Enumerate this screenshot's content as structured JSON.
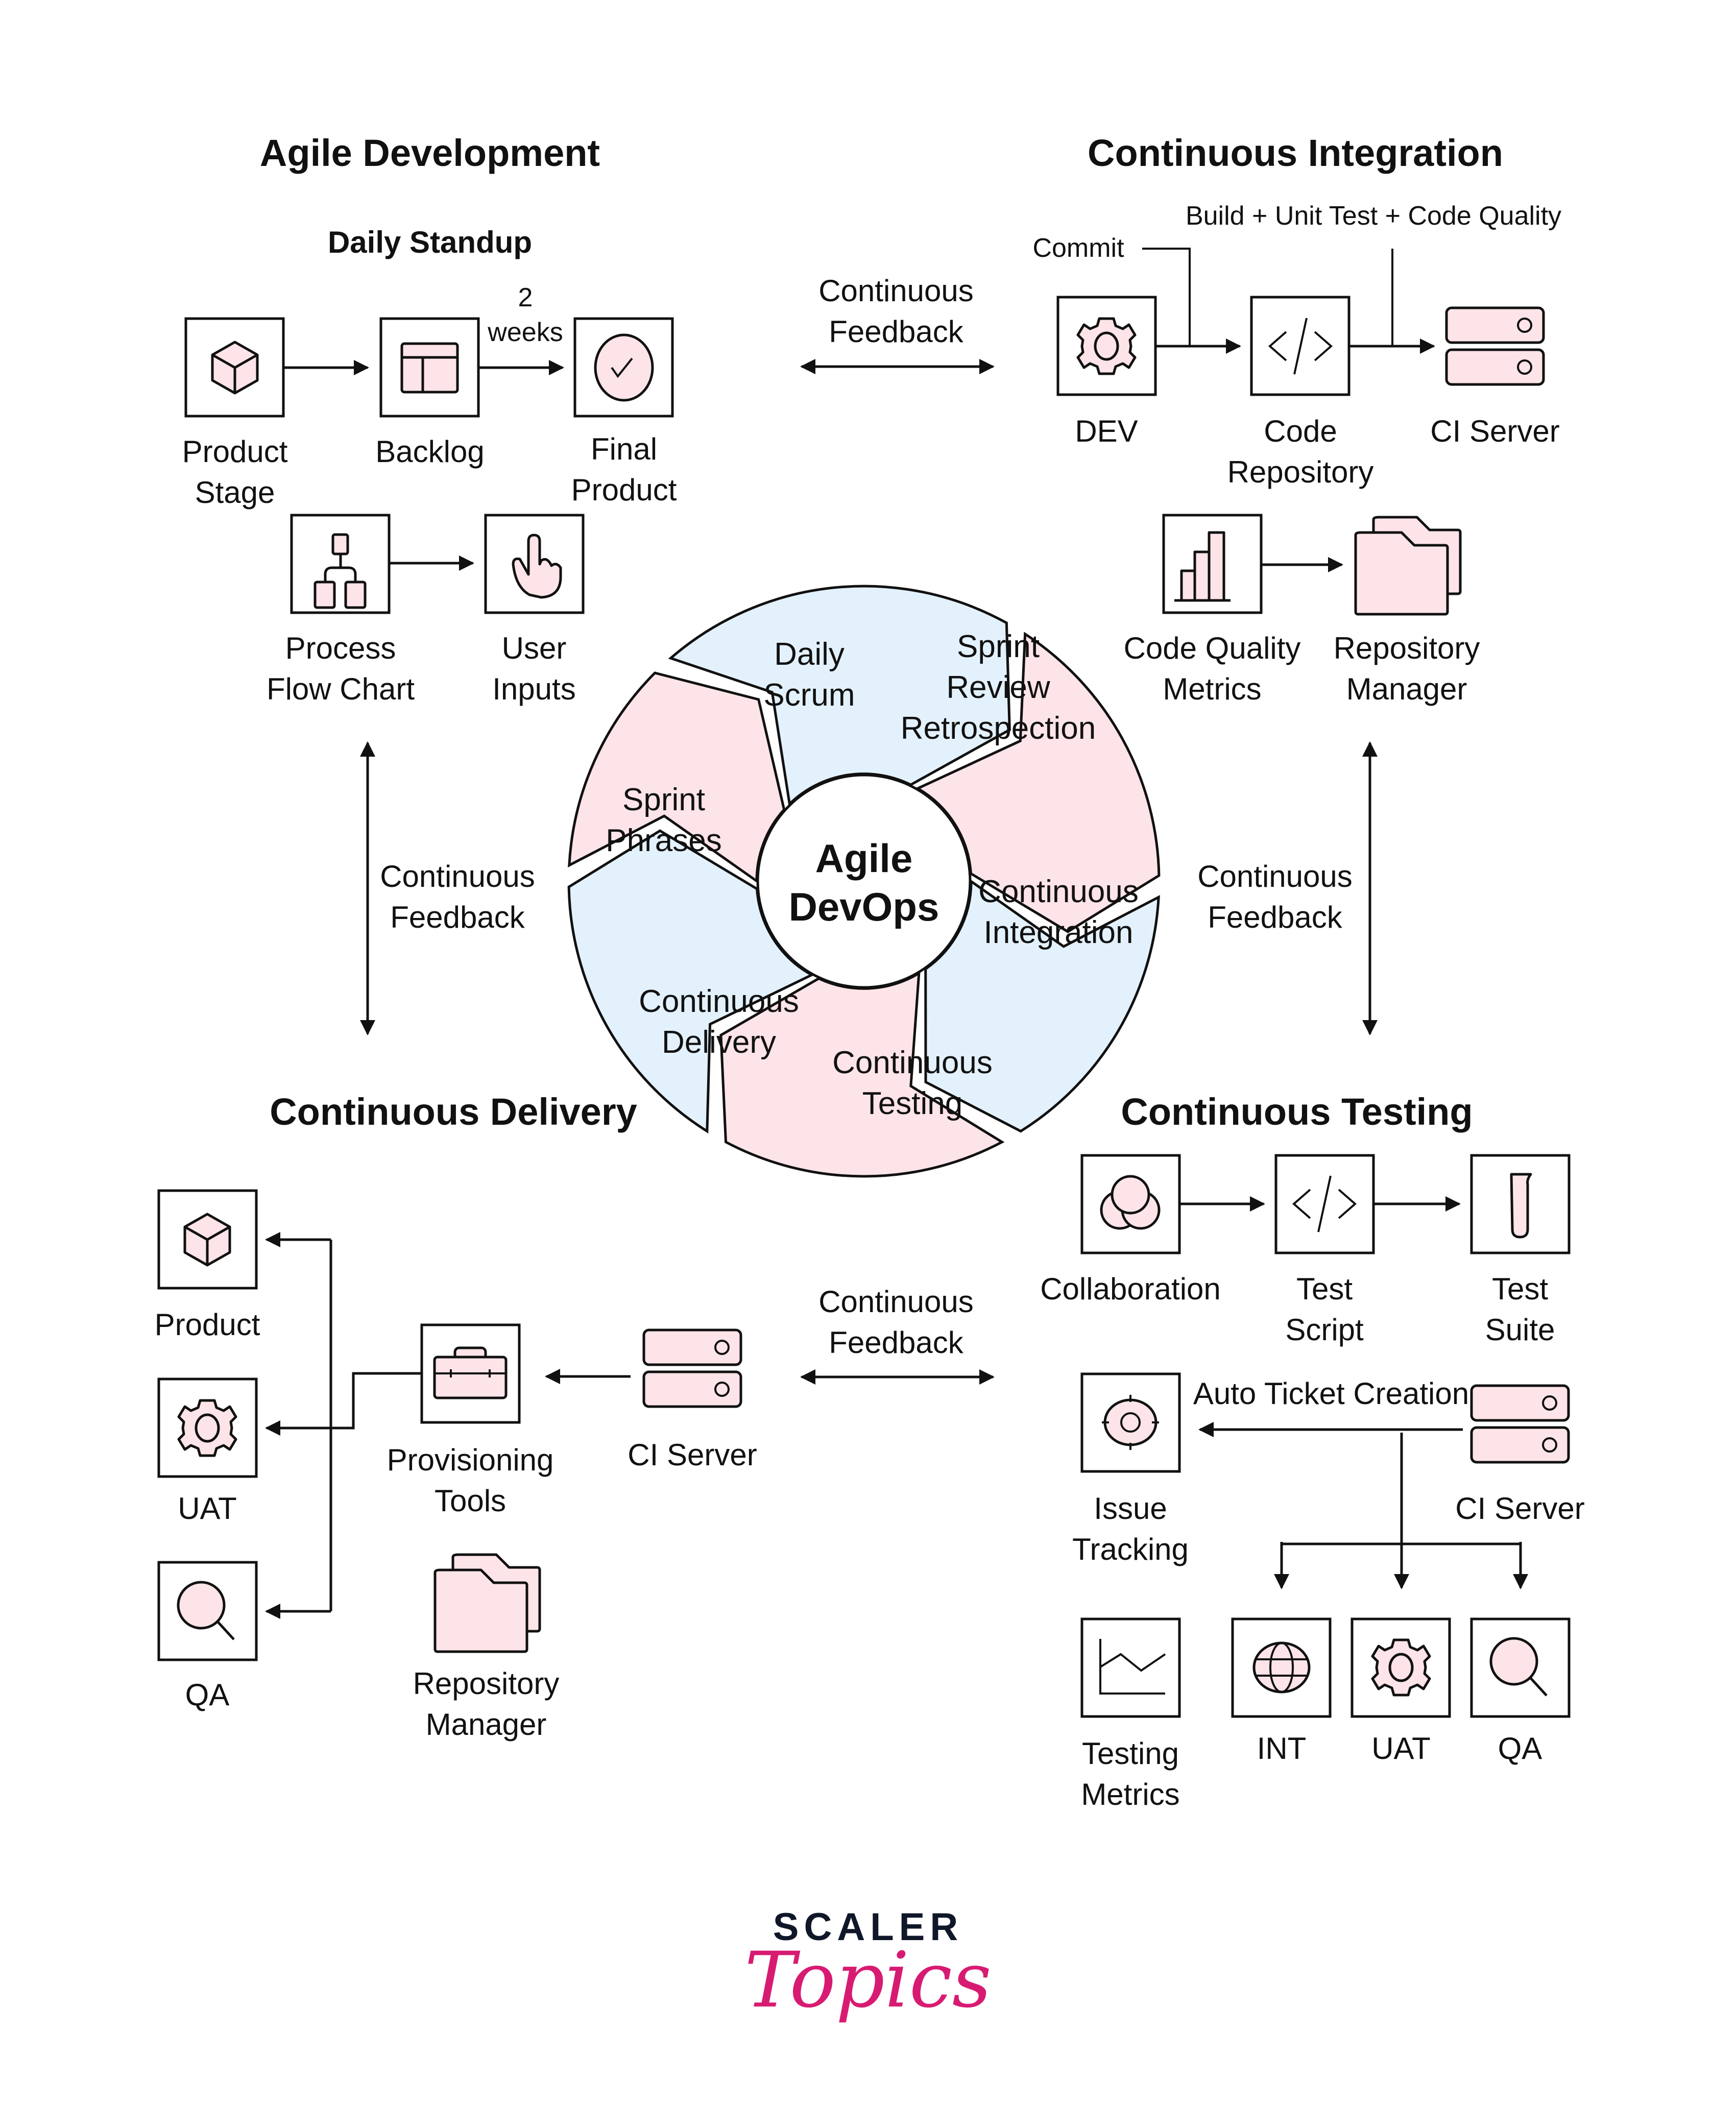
{
  "colors": {
    "blue_segment": "#e3f1fc",
    "pink_segment": "#fde4e8",
    "icon_fill": "#fde4e8",
    "stroke": "#111111",
    "logo_dark": "#0f1729",
    "logo_pink": "#d81b72"
  },
  "agile_development": {
    "title": "Agile Development",
    "subtitle": "Daily Standup",
    "duration_label": [
      "2",
      "weeks"
    ],
    "nodes": [
      {
        "id": "product-stage",
        "icon": "cube-icon",
        "label": [
          "Product",
          "Stage"
        ]
      },
      {
        "id": "backlog",
        "icon": "layout-icon",
        "label": [
          "Backlog"
        ]
      },
      {
        "id": "final-product",
        "icon": "check-circle-icon",
        "label": [
          "Final",
          "Product"
        ]
      },
      {
        "id": "process-flow-chart",
        "icon": "hierarchy-icon",
        "label": [
          "Process",
          "Flow Chart"
        ]
      },
      {
        "id": "user-inputs",
        "icon": "pointer-hand-icon",
        "label": [
          "User",
          "Inputs"
        ]
      }
    ]
  },
  "continuous_integration": {
    "title": "Continuous Integration",
    "commit_label": "Commit",
    "build_label": "Build + Unit Test + Code Quality",
    "nodes": [
      {
        "id": "dev",
        "icon": "gear-icon",
        "label": [
          "DEV"
        ]
      },
      {
        "id": "code-repository",
        "icon": "code-icon",
        "label": [
          "Code",
          "Repository"
        ]
      },
      {
        "id": "ci-server",
        "icon": "server-icon",
        "label": [
          "CI Server"
        ]
      },
      {
        "id": "code-quality-metrics",
        "icon": "bar-chart-icon",
        "label": [
          "Code Quality",
          "Metrics"
        ]
      },
      {
        "id": "repository-manager",
        "icon": "folders-icon",
        "label": [
          "Repository",
          "Manager"
        ]
      }
    ]
  },
  "continuous_delivery": {
    "title": "Continuous Delivery",
    "nodes": [
      {
        "id": "product",
        "icon": "cube-icon",
        "label": [
          "Product"
        ]
      },
      {
        "id": "uat",
        "icon": "gear-icon",
        "label": [
          "UAT"
        ]
      },
      {
        "id": "qa",
        "icon": "search-icon",
        "label": [
          "QA"
        ]
      },
      {
        "id": "provisioning-tools",
        "icon": "toolbox-icon",
        "label": [
          "Provisioning",
          "Tools"
        ]
      },
      {
        "id": "ci-server",
        "icon": "server-icon",
        "label": [
          "CI Server"
        ]
      },
      {
        "id": "repository-manager",
        "icon": "folders-icon",
        "label": [
          "Repository",
          "Manager"
        ]
      }
    ]
  },
  "continuous_testing": {
    "title": "Continuous Testing",
    "auto_ticket_label": "Auto Ticket Creation",
    "nodes": [
      {
        "id": "collaboration",
        "icon": "venn-icon",
        "label": [
          "Collaboration"
        ]
      },
      {
        "id": "test-script",
        "icon": "code-icon",
        "label": [
          "Test",
          "Script"
        ]
      },
      {
        "id": "test-suite",
        "icon": "test-tube-icon",
        "label": [
          "Test",
          "Suite"
        ]
      },
      {
        "id": "issue-tracking",
        "icon": "target-icon",
        "label": [
          "Issue",
          "Tracking"
        ]
      },
      {
        "id": "ci-server",
        "icon": "server-icon",
        "label": [
          "CI Server"
        ]
      },
      {
        "id": "testing-metrics",
        "icon": "line-chart-icon",
        "label": [
          "Testing",
          "Metrics"
        ]
      },
      {
        "id": "int",
        "icon": "globe-icon",
        "label": [
          "INT"
        ]
      },
      {
        "id": "uat",
        "icon": "gear-icon",
        "label": [
          "UAT"
        ]
      },
      {
        "id": "qa",
        "icon": "search-icon",
        "label": [
          "QA"
        ]
      }
    ]
  },
  "feedback": {
    "top": [
      "Continuous",
      "Feedback"
    ],
    "left": [
      "Continuous",
      "Feedback"
    ],
    "right": [
      "Continuous",
      "Feedback"
    ],
    "bottom": [
      "Continuous",
      "Feedback"
    ]
  },
  "wheel": {
    "center": [
      "Agile",
      "DevOps"
    ],
    "segments": [
      {
        "label": [
          "Daily",
          "Scrum"
        ],
        "color": "blue"
      },
      {
        "label": [
          "Sprint",
          "Review",
          "Retrospection"
        ],
        "color": "pink"
      },
      {
        "label": [
          "Continuous",
          "Integration"
        ],
        "color": "blue"
      },
      {
        "label": [
          "Continuous",
          "Testing"
        ],
        "color": "pink"
      },
      {
        "label": [
          "Continuous",
          "Delivery"
        ],
        "color": "blue"
      },
      {
        "label": [
          "Sprint",
          "Phrases"
        ],
        "color": "pink"
      }
    ]
  },
  "logo": {
    "brand": "SCALER",
    "sub": "Topics"
  }
}
